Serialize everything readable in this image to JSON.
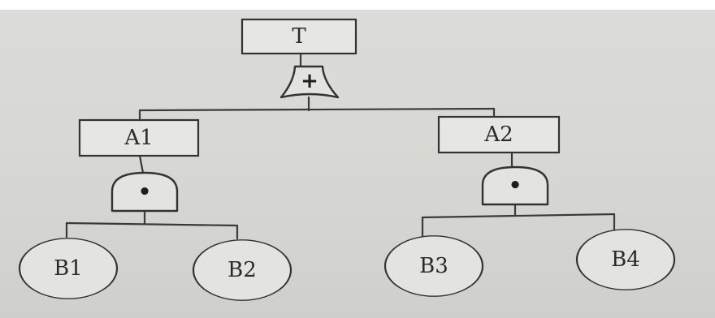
{
  "top_event": {
    "label": "T"
  },
  "top_gate": {
    "symbol": "+"
  },
  "intermediate_events": [
    {
      "label": "A1",
      "gate_symbol": "•"
    },
    {
      "label": "A2",
      "gate_symbol": "•"
    }
  ],
  "basic_events": [
    {
      "label": "B1"
    },
    {
      "label": "B2"
    },
    {
      "label": "B3"
    },
    {
      "label": "B4"
    }
  ]
}
